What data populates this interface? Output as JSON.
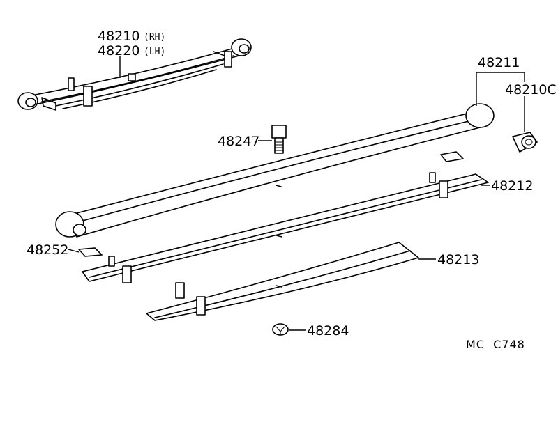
{
  "labels": {
    "spring_rh_number": "48210",
    "spring_rh_side": "(RH)",
    "spring_lh_number": "48220",
    "spring_lh_side": "(LH)",
    "leaf_no1": "48211",
    "bushing": "48210C",
    "center_bolt": "48247",
    "leaf_no2": "48212",
    "insert_pad": "48252",
    "leaf_no3": "48213",
    "nut": "48284"
  },
  "diagram_code": "MC  C748"
}
